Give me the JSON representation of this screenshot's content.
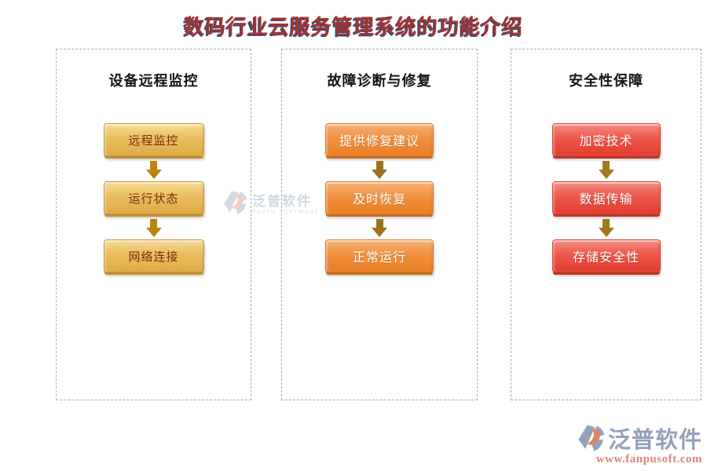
{
  "title": "数码行业云服务管理系统的功能介绍",
  "sections": [
    {
      "header": "设备远程监控",
      "theme": "gold",
      "steps": [
        "远程监控",
        "运行状态",
        "网络连接"
      ]
    },
    {
      "header": "故障诊断与修复",
      "theme": "orange",
      "steps": [
        "提供修复建议",
        "及时恢复",
        "正常运行"
      ]
    },
    {
      "header": "安全性保障",
      "theme": "red",
      "steps": [
        "加密技术",
        "数据传输",
        "存储安全性"
      ]
    }
  ],
  "themes": {
    "gold": {
      "g1": "#F6DC96",
      "g2": "#E9BE5E",
      "g3": "#DEAB44",
      "bd": "#C6953B",
      "edge": "#C09030",
      "arrow": "#B8860B",
      "txt": "#7B2C0F"
    },
    "orange": {
      "g1": "#F7B277",
      "g2": "#F09140",
      "g3": "#EA7E23",
      "bd": "#DA782C",
      "edge": "#C96E1E",
      "arrow": "#9E701E",
      "txt": "#FFFFFF"
    },
    "red": {
      "g1": "#F58D83",
      "g2": "#EC584B",
      "g3": "#E23C2E",
      "bd": "#CC3E30",
      "edge": "#C23527",
      "arrow": "#A3791B",
      "txt": "#FFFFFF"
    }
  },
  "title_color": "#A5342C",
  "watermark": {
    "brand": "泛普软件",
    "subtitle": "FANPU SOFTWARE"
  },
  "footer": {
    "brand": "泛普软件",
    "url": "www.fanpusoft.com"
  }
}
